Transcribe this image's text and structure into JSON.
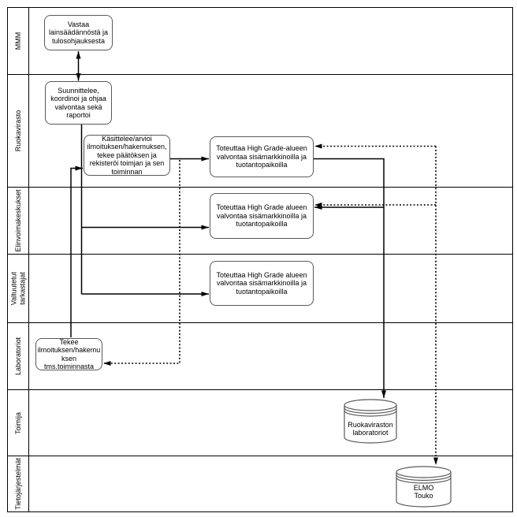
{
  "diagram": {
    "type": "swimlane-flowchart",
    "colors": {
      "lane_line": "#000000",
      "node_border": "#595959",
      "node_fill": "#ffffff",
      "connector": "#000000"
    },
    "lanes": [
      {
        "label": "MMM"
      },
      {
        "label": "Ruokavirasto"
      },
      {
        "label": "Elinvoimakeskukset"
      },
      {
        "label": "Valtuutetut\ntarkastajat"
      },
      {
        "label": "Laboratoriot"
      },
      {
        "label": "Toimija"
      },
      {
        "label": "Tietojärjestelmät"
      }
    ],
    "nodes": {
      "vastaa": {
        "text": "Vastaa\nlainsäädännöstä ja\ntulosohjauksesta"
      },
      "suunnittelee": {
        "text": "Suunnittelee,\nkoordinoi ja ohjaa\nvalvontaa sekä\nraportoi"
      },
      "kasittelee": {
        "text": "Käsittelee/arvioi\nilmoituksen/hakemuksen,\ntekee päätöksen ja\nrekisteröi toimjan ja sen\ntoiminnan"
      },
      "toteuttaa_ruokavirasto": {
        "text": "Toteuttaa High Grade-alueen\nvalvontaa sisämarkkinoilla ja\ntuotantopaikoilla"
      },
      "toteuttaa_elinvoimakeskukset": {
        "text": "Toteuttaa High Grade alueen\nvalvontaa sisämarkkinoilla ja\ntuotantopaikoilla"
      },
      "toteuttaa_tarkastajat": {
        "text": "Toteuttaa High Grade alueen\nvalvontaa sisämarkkinoilla ja\ntuotantopaikoilla"
      },
      "tekee_ilmoituksen": {
        "text": "Tekee\nilmoituksen/hakemu\nksen\ntms.toiminnasta"
      }
    },
    "datastores": {
      "ruokaviraston_laboratoriot": {
        "text": "Ruokaviraston\nlaboratoriot"
      },
      "elmo_touko": {
        "text": "ELMO\nTouko"
      }
    }
  }
}
